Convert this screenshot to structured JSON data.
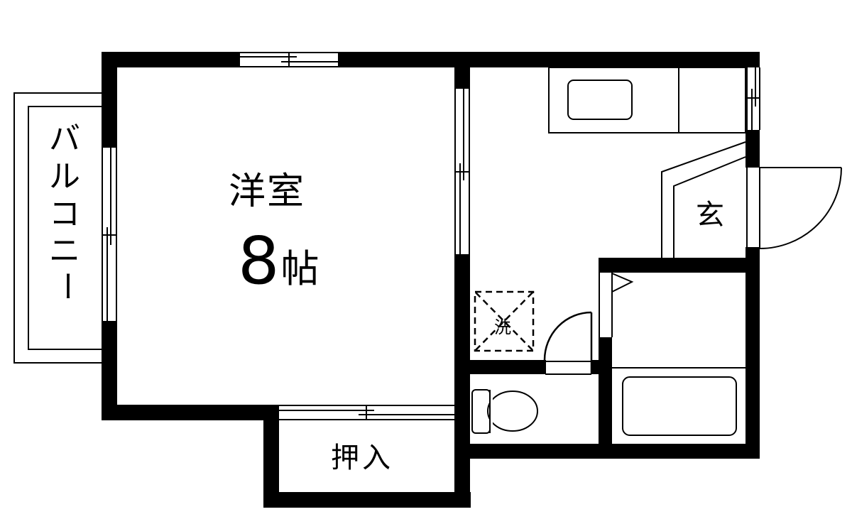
{
  "floor_plan": {
    "rooms": {
      "western_room": {
        "title": "洋室",
        "size_number": "8",
        "size_unit": "帖"
      },
      "balcony": {
        "label": "バルコニー",
        "chars": [
          "バ",
          "ル",
          "コ",
          "ニ",
          "ー"
        ]
      },
      "entrance": {
        "label": "玄"
      },
      "closet": {
        "label": "押入"
      },
      "washer_space": {
        "label": "洗"
      }
    },
    "fixtures": [
      "kitchen-sink",
      "stove-counter",
      "toilet",
      "bathtub",
      "shoe-cabinet",
      "entrance-door",
      "toilet-door",
      "bath-door",
      "sliding-windows"
    ],
    "colors": {
      "wall": "#000000",
      "background": "#ffffff"
    }
  }
}
